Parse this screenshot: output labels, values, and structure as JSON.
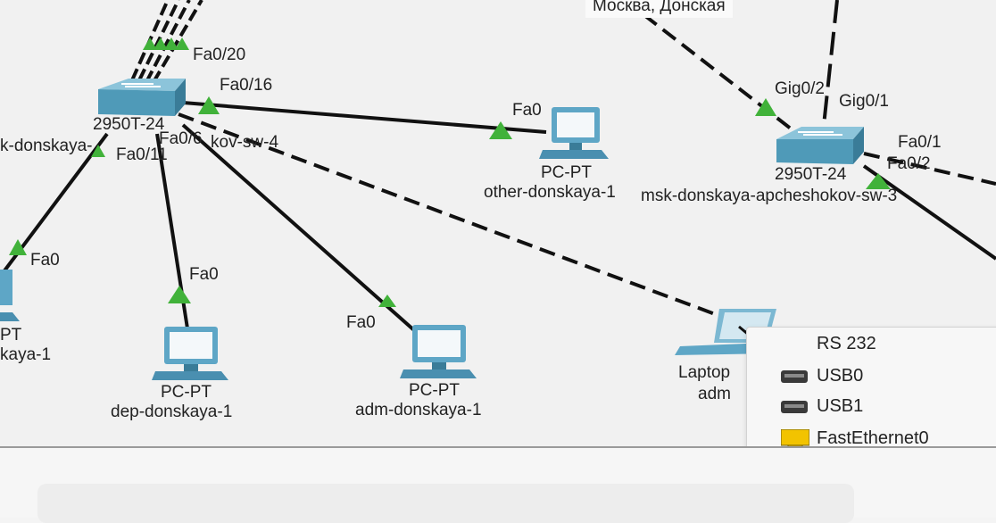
{
  "location_label": "Москва, Донская",
  "devices": {
    "switch_left": {
      "name": "k-donskaya-",
      "model": "2950T-24"
    },
    "switch_right": {
      "name": "msk-donskaya-apcheshokov-sw-3",
      "model": "2950T-24"
    },
    "switch_overlap_name": "kov-sw-4",
    "pc_other": {
      "type": "PC-PT",
      "name": "other-donskaya-1"
    },
    "pc_left": {
      "type": "PT",
      "name": "kaya-1"
    },
    "pc_dep": {
      "type": "PC-PT",
      "name": "dep-donskaya-1"
    },
    "pc_adm": {
      "type": "PC-PT",
      "name": "adm-donskaya-1"
    },
    "laptop": {
      "type": "Laptop",
      "name": "adm"
    }
  },
  "ports": {
    "fa0_20": "Fa0/20",
    "fa0_16": "Fa0/16",
    "fa0_6": "Fa0/6",
    "fa0_11": "Fa0/11",
    "fa0_other": "Fa0",
    "fa0_left": "Fa0",
    "fa0_dep": "Fa0",
    "fa0_adm": "Fa0",
    "gig0_2": "Gig0/2",
    "gig0_1": "Gig0/1",
    "fa0_1": "Fa0/1",
    "fa0_2": "Fa0/2"
  },
  "port_menu": {
    "title": "RS 232",
    "items": [
      {
        "label": "USB0",
        "icon": "usb-port-icon"
      },
      {
        "label": "USB1",
        "icon": "usb-port-icon"
      },
      {
        "label": "FastEthernet0",
        "icon": "ethernet-port-icon"
      }
    ]
  },
  "colors": {
    "canvas": "#f1f1f1",
    "switch_body": "#4f9ab8",
    "pc_body": "#5ea6c6",
    "link_indicator": "#41b23a",
    "ethernet_icon": "#f2c300"
  }
}
